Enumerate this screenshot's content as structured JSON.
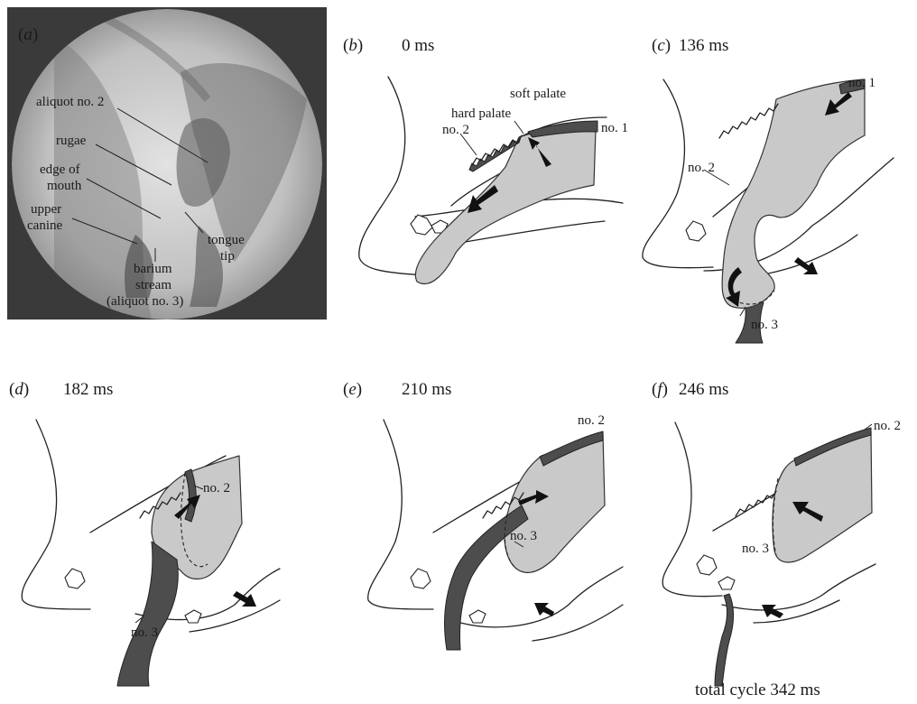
{
  "panels": [
    {
      "letter": "a"
    },
    {
      "letter": "b",
      "time": "0 ms"
    },
    {
      "letter": "c",
      "time": "136 ms"
    },
    {
      "letter": "d",
      "time": "182 ms"
    },
    {
      "letter": "e",
      "time": "210 ms"
    },
    {
      "letter": "f",
      "time": "246 ms"
    }
  ],
  "xray_labels": {
    "aliquot2": "aliquot no. 2",
    "rugae": "rugae",
    "edge1": "edge of",
    "edge2": "mouth",
    "canine1": "upper",
    "canine2": "canine",
    "tongue1": "tongue",
    "tongue2": "tip",
    "barium1": "barium",
    "barium2": "stream",
    "barium3": "(aliquot no. 3)"
  },
  "panel_b": {
    "hard_palate": "hard palate",
    "soft_palate": "soft palate",
    "no1": "no. 1",
    "no2": "no. 2"
  },
  "panel_c": {
    "no1": "no. 1",
    "no2": "no. 2",
    "no3": "no. 3"
  },
  "panel_d": {
    "no2": "no. 2",
    "no3": "no. 3"
  },
  "panel_e": {
    "no2": "no. 2",
    "no3": "no. 3"
  },
  "panel_f": {
    "no2": "no. 2",
    "no3": "no. 3"
  },
  "footer": "total cycle 342 ms",
  "colors": {
    "tongue": "#c9c9c9",
    "bolus": "#4d4d4d"
  }
}
